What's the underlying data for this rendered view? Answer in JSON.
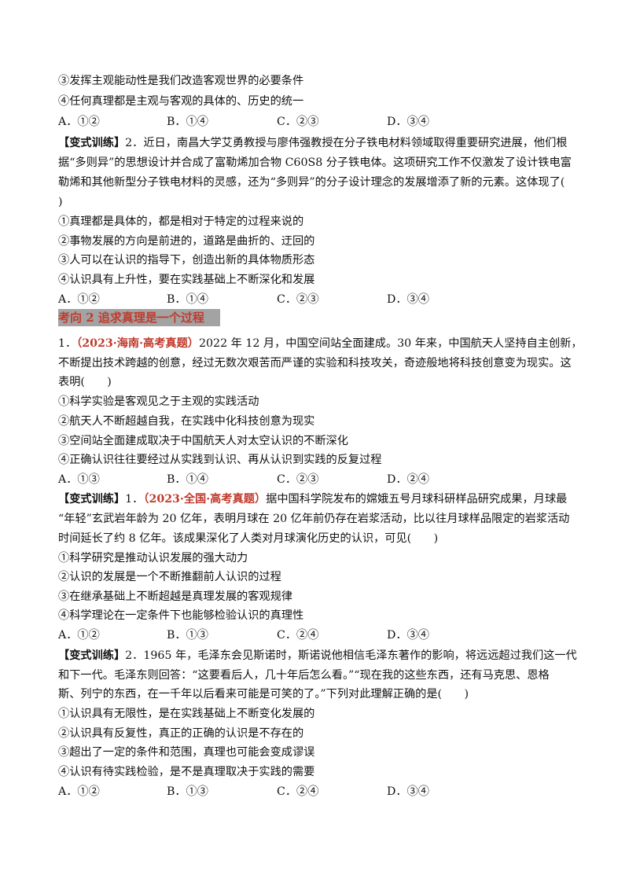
{
  "block0": {
    "s3": "③发挥主观能动性是我们改造客观世界的必要条件",
    "s4": "④任何真理都是主观与客观的具体的、历史的统一",
    "options": [
      "A．①②",
      "B．①④",
      "C．②③",
      "D．③④"
    ]
  },
  "block1": {
    "tag": "【变式训练】",
    "lines": [
      "2．近日，南昌大学艾勇教授与廖伟强教授在分子铁电材料领域取得重要研究进展，他们根",
      "据“多则异”的思想设计并合成了富勒烯加合物 C60S8 分子铁电体。这项研究工作不仅激发了设计铁电富",
      "勒烯和其他新型分子铁电材料的灵感，还为“多则异”的分子设计理念的发展增添了新的元素。这体现了(",
      ")"
    ],
    "statements": [
      "①真理都是具体的，都是相对于特定的过程来说的",
      "②事物发展的方向是前进的，道路是曲折的、迂回的",
      "③人可以在认识的指导下，创造出新的具体物质形态",
      "④认识具有上升性，要在实践基础上不断深化和发展"
    ],
    "options": [
      "A．①②",
      "B．①④",
      "C．②③",
      "D．③④"
    ]
  },
  "section": {
    "title": "考向 2  追求真理是一个过程"
  },
  "q1": {
    "num": "1．",
    "source": "（2023·海南·高考真题）",
    "lines": [
      "2022 年 12 月，中国空间站全面建成。30 年来，中国航天人坚持自主创新，",
      "不断提出技术跨越的创意，经过无数次艰苦而严谨的实验和科技攻关，奇迹般地将科技创意变为现实。这",
      "表明(　　)"
    ],
    "statements": [
      "①科学实验是客观见之于主观的实践活动",
      "②航天人不断超越自我，在实践中化科技创意为现实",
      "③空间站全面建成取决于中国航天人对太空认识的不断深化",
      "④正确认识往往要经过从实践到认识、再从认识到实践的反复过程"
    ],
    "options": [
      "A．①③",
      "B．①④",
      "C．②③",
      "D．②④"
    ]
  },
  "v1": {
    "tag": "【变式训练】",
    "num": "1．",
    "source": "（2023·全国·高考真题）",
    "lines": [
      "据中国科学院发布的嫦娥五号月球科研样品研究成果，月球最",
      "“年轻”玄武岩年龄为 20 亿年，表明月球在 20 亿年前仍存在岩浆活动，比以往月球样品限定的岩浆活动",
      "时间延长了约 8 亿年。该成果深化了人类对月球演化历史的认识，可见(　　)"
    ],
    "statements": [
      "①科学研究是推动认识发展的强大动力",
      "②认识的发展是一个不断推翻前人认识的过程",
      "③在继承基础上不断超越是真理发展的客观规律",
      "④科学理论在一定条件下也能够检验认识的真理性"
    ],
    "options": [
      "A．①②",
      "B．①③",
      "C．②④",
      "D．③④"
    ]
  },
  "v2": {
    "tag": "【变式训练】",
    "lines": [
      "2．1965 年，毛泽东会见斯诺时，斯诺说他相信毛泽东著作的影响，将远远超过我们这一代",
      "和下一代。毛泽东则回答：“这要看后人，几十年后怎么看。”“现在我的这些东西，还有马克思、恩格",
      "斯、列宁的东西，在一千年以后看来可能是可笑的了。”下列对此理解正确的是(　　)"
    ],
    "statements": [
      "①认识具有无限性，是在实践基础上不断变化发展的",
      "②认识具有反复性，真正的正确的认识是不存在的",
      "③超出了一定的条件和范围，真理也可能会变成谬误",
      "④认识有待实践检验，是不是真理取决于实践的需要"
    ],
    "options": [
      "A．①②",
      "B．①③",
      "C．②④",
      "D．③④"
    ]
  }
}
